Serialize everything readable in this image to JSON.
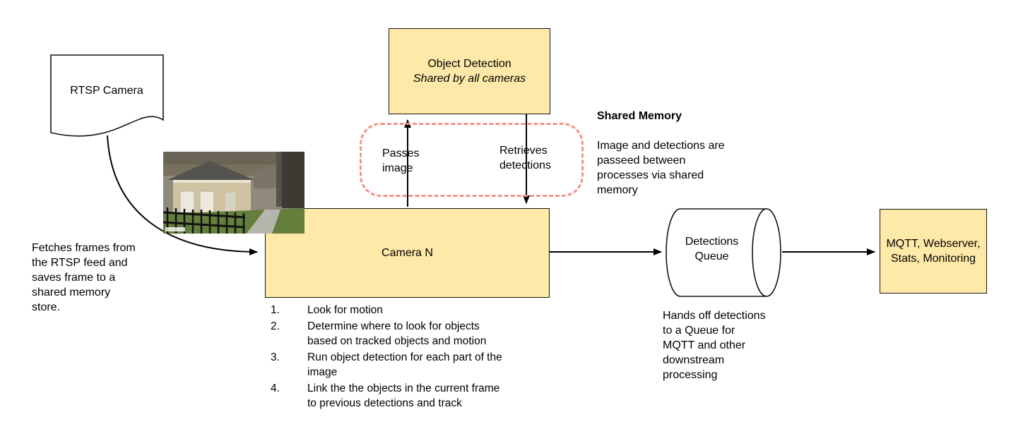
{
  "colors": {
    "background": "#FFFFFF",
    "node_fill": "#FFE9A8",
    "node_border": "#141414",
    "shared_memory_dash": "#F1948A",
    "arrow": "#000000"
  },
  "nodes": {
    "rtsp_camera": {
      "label": "RTSP Camera"
    },
    "object_detection": {
      "title": "Object Detection",
      "subtitle": "Shared by all cameras"
    },
    "camera_n": {
      "label": "Camera N"
    },
    "detections_queue": {
      "label": "Detections\nQueue"
    },
    "outputs": {
      "label": "MQTT, Webserver,\nStats, Monitoring"
    }
  },
  "labels": {
    "passes_image": "Passes\nimage",
    "retrieves_detections": "Retrieves\ndetections",
    "shared_memory_title": "Shared Memory",
    "shared_memory_body": "Image and detections are\npasseed between\nprocesses via shared\nmemory",
    "fetches_frames": "Fetches frames from\nthe RTSP feed and\nsaves frame to a\nshared memory\nstore.",
    "hands_off": "Hands off detections\nto a Queue for\nMQTT and other\ndownstream\nprocessing"
  },
  "camera_steps": [
    {
      "num": "1.",
      "text": "Look for motion"
    },
    {
      "num": "2.",
      "text": "Determine where to look for objects\nbased on tracked objects and motion"
    },
    {
      "num": "3.",
      "text": "Run object detection for each part of the\nimage"
    },
    {
      "num": "4.",
      "text": "Link the the objects in the current frame\nto previous detections and track"
    }
  ]
}
